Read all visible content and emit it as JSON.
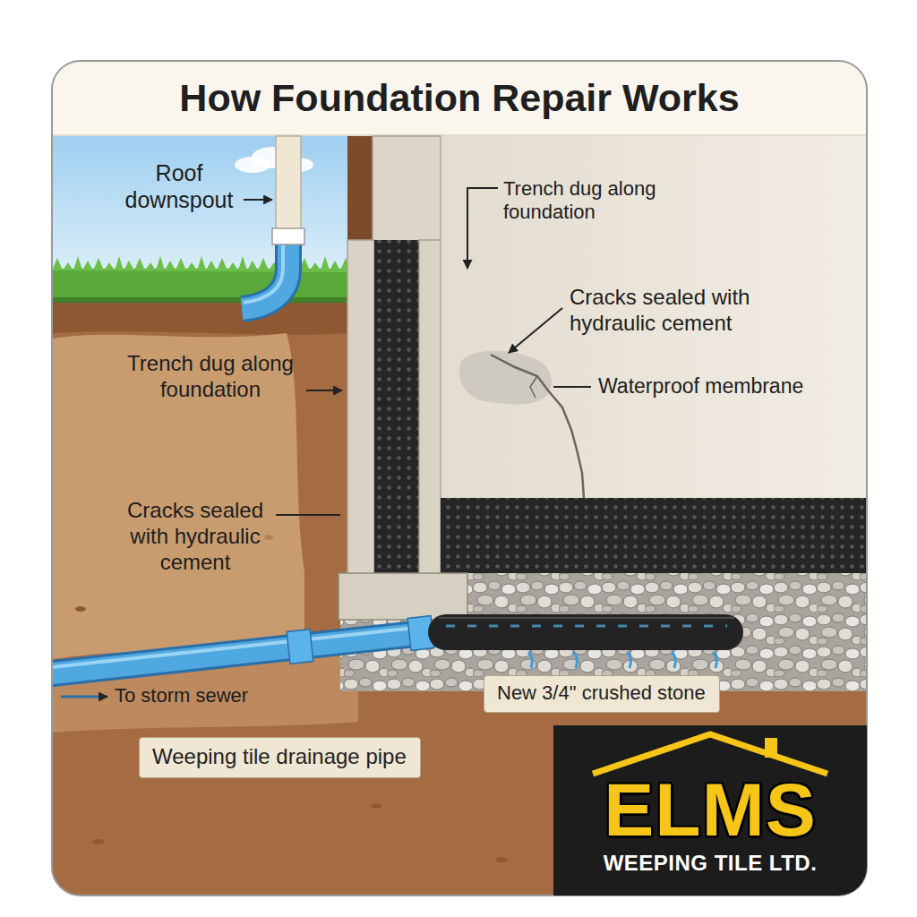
{
  "diagram": {
    "title": "How Foundation Repair Works",
    "nodes": [
      {
        "text": [
          "New 3/4\" crushed stone"
        ]
      },
      {
        "text": [
          "Weeping tile drainage pipe"
        ]
      },
      {
        "text": [
          "ELMS",
          "WEEPING TILE LTD."
        ]
      }
    ],
    "labels": [
      "Roof downspout",
      "Trench dug along foundation",
      "Cracks sealed with hydraulic cement",
      "Trench dug along foundation",
      "Waterproof membrane",
      "Cracks sealed with hydraulic cement",
      "To storm sewer"
    ]
  }
}
